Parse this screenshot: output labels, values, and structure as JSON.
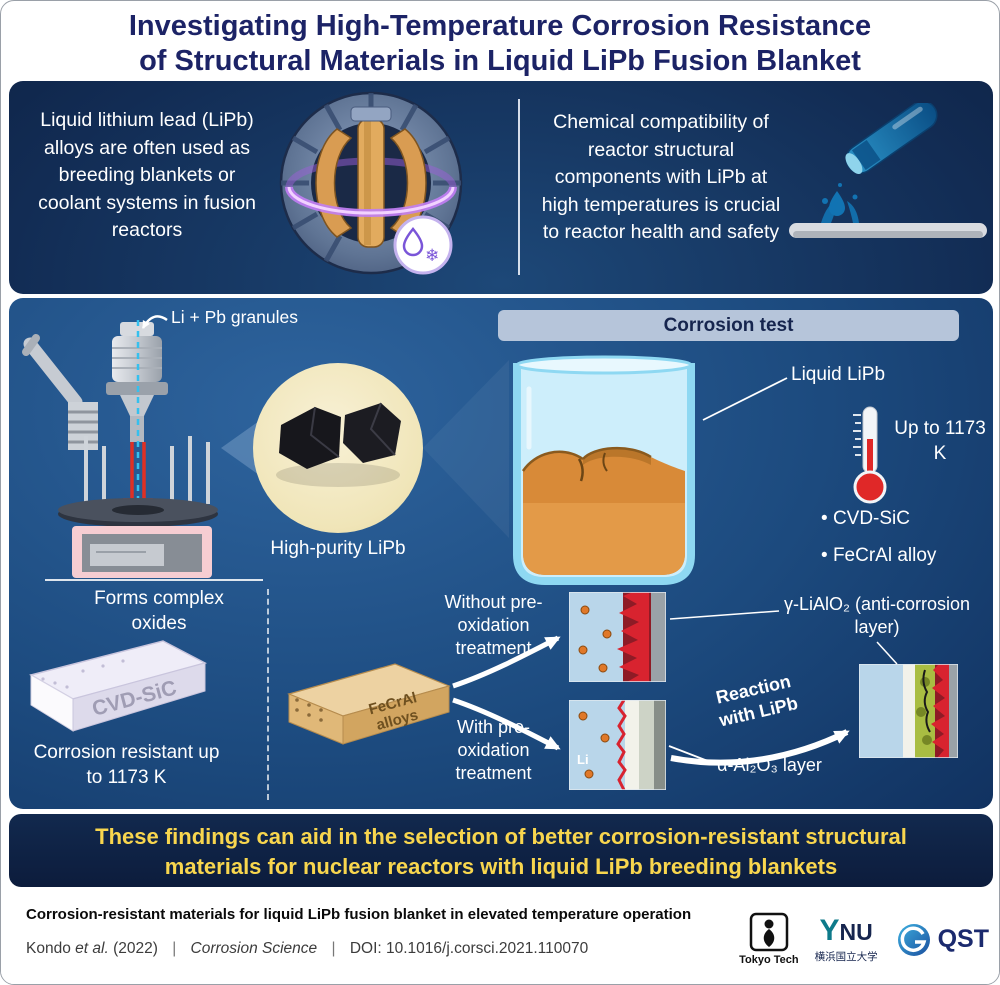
{
  "title": {
    "line1": "Investigating High-Temperature Corrosion Resistance",
    "line2": "of Structural Materials in Liquid LiPb Fusion Blanket"
  },
  "intro": {
    "left_text": "Liquid lithium lead (LiPb) alloys are often used as breeding blankets or coolant systems in fusion reactors",
    "right_text": "Chemical compatibility of reactor structural components with LiPb at high temperatures is crucial to reactor health and safety"
  },
  "experiment": {
    "granules_label": "Li + Pb granules",
    "purity_label": "High-purity LiPb",
    "corrosion_test_title": "Corrosion test",
    "liquid_label": "Liquid LiPb",
    "temperature": "Up to 1173 K",
    "materials": [
      "CVD-SiC",
      "FeCrAl alloy"
    ]
  },
  "results": {
    "cvd_sic": {
      "top_note": "Forms complex oxides",
      "plate_label": "CVD-SiC",
      "bottom_note": "Corrosion resistant up to 1173 K"
    },
    "fecral": {
      "plate_label_line1": "FeCrAl",
      "plate_label_line2": "alloys",
      "without_label": "Without pre-oxidation treatment",
      "with_label": "With pre-oxidation treatment",
      "li_label": "Li",
      "gamma_label": "γ-LiAlO₂ (anti-corrosion layer)",
      "reaction_label": "Reaction with LiPb",
      "alpha_label": "α-Al₂O₃ layer"
    }
  },
  "conclusion": {
    "line1": "These findings can aid in the selection of better corrosion-resistant structural",
    "line2": "materials for nuclear reactors with liquid LiPb breeding blankets"
  },
  "footer": {
    "headline": "Corrosion-resistant materials for liquid LiPb fusion blanket in elevated temperature operation",
    "citation": {
      "authors_name": "Kondo",
      "authors_etal": "et al.",
      "year": "(2022)",
      "separator": "|",
      "journal": "Corrosion Science",
      "doi": "DOI: 10.1016/j.corsci.2021.110070"
    },
    "logos": {
      "tokyo_tech": "Tokyo Tech",
      "ynu_y": "Y",
      "ynu_nu": "NU",
      "ynu_name": "横浜国立大学",
      "qst": "QST"
    }
  },
  "icons": {
    "snowflake": "❄"
  },
  "colors": {
    "navy_title": "#1c2366",
    "panel_dark": "#0b1a38",
    "panel_blue": "#1d4a7e",
    "accent_yellow": "#f8d64e",
    "beaker_cyan": "#8ed8f2",
    "lipb_orange": "#d88a38",
    "corrosion_red": "#d8232f",
    "alumina_green": "#a9bd42"
  }
}
